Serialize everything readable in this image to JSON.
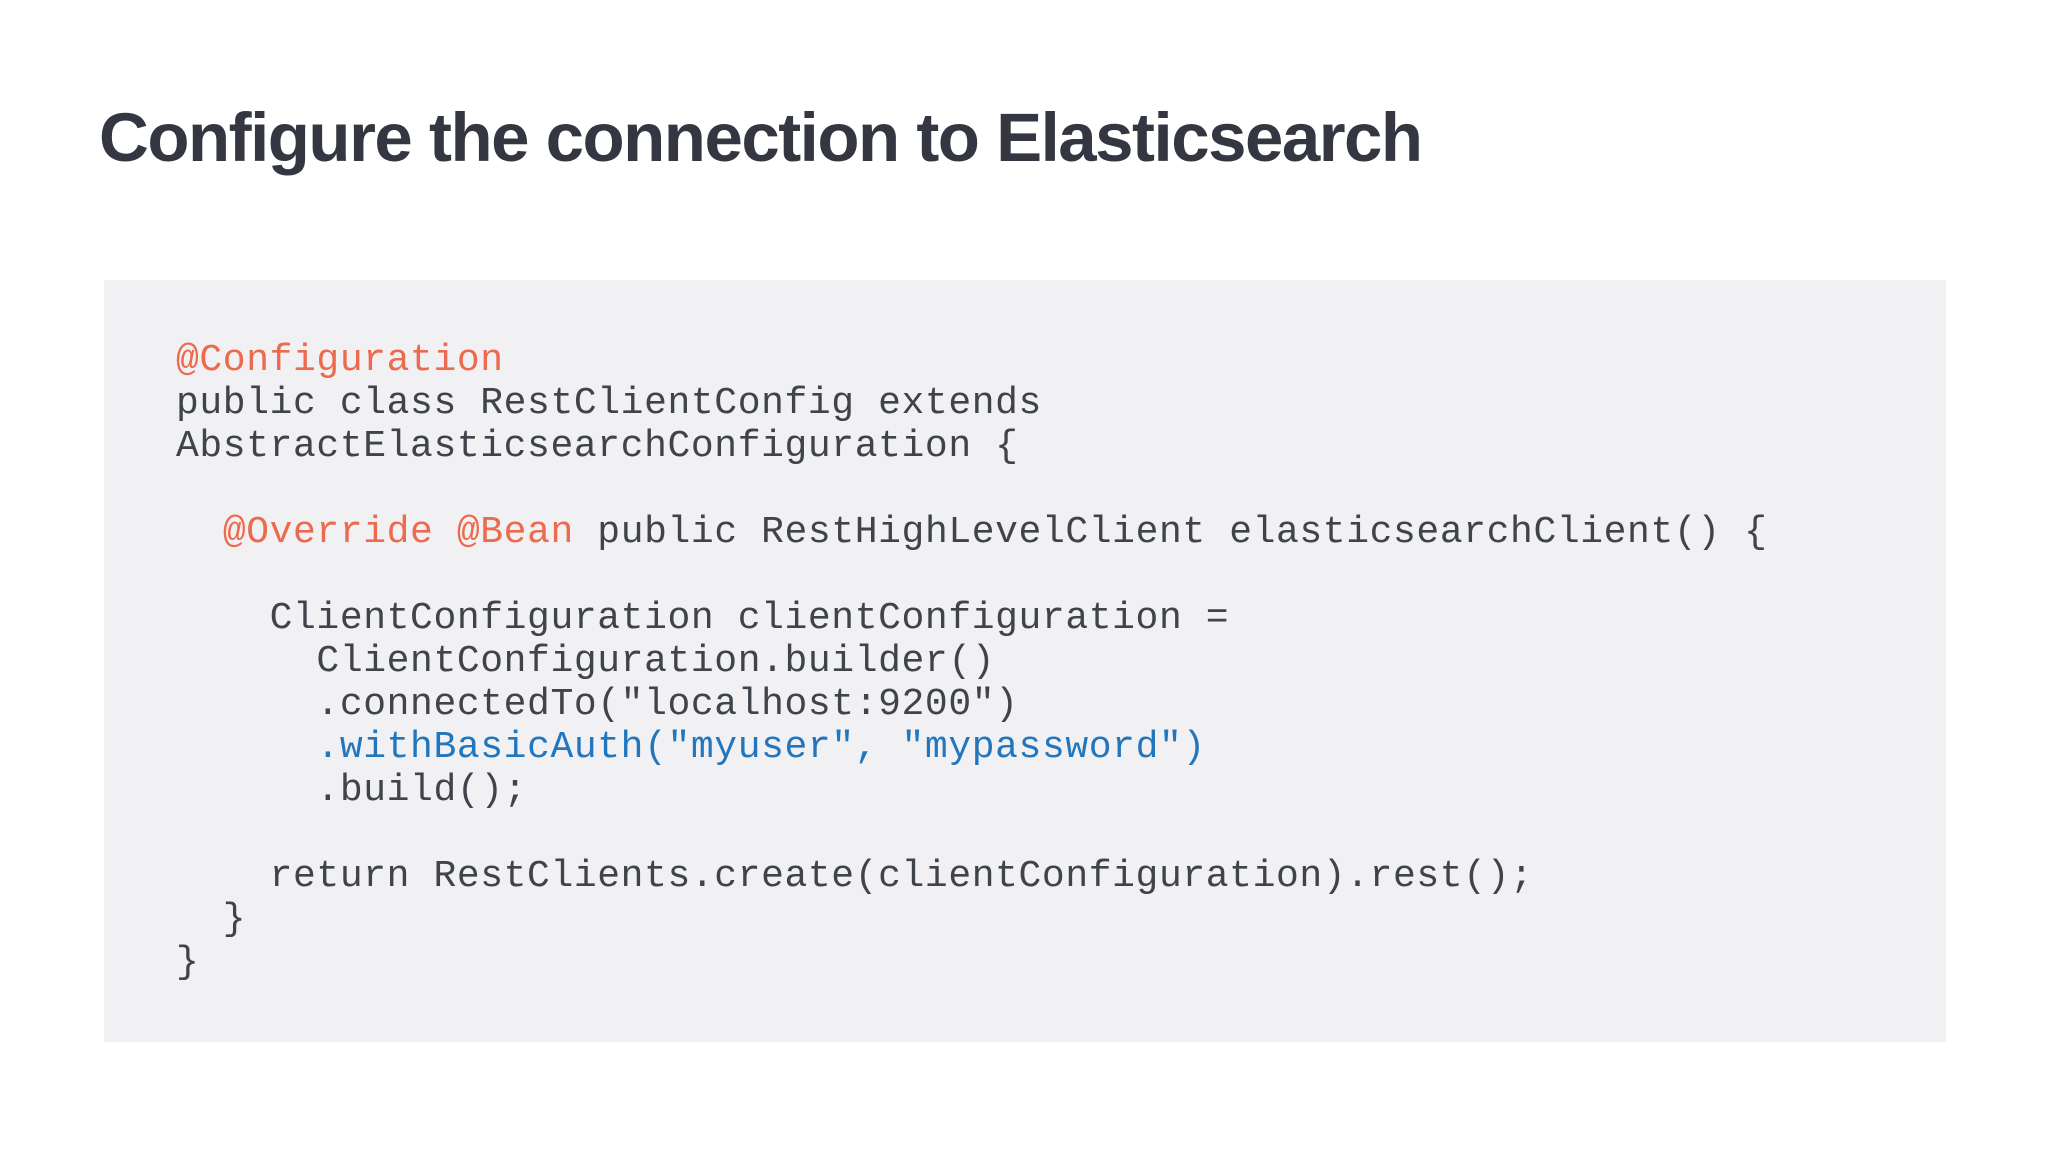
{
  "slide": {
    "title": "Configure the connection to Elasticsearch"
  },
  "colors": {
    "page_background": "#ffffff",
    "title": "#343741",
    "code_background": "#f1f1f4",
    "code_text": "#3f434a",
    "annotation": "#ec6a4d",
    "credentials": "#2276bd"
  },
  "code": {
    "language": "java",
    "lines": [
      {
        "segments": [
          {
            "text": "@Configuration",
            "style": "annotation"
          }
        ]
      },
      {
        "segments": [
          {
            "text": "public class RestClientConfig extends",
            "style": "plain"
          }
        ]
      },
      {
        "segments": [
          {
            "text": "AbstractElasticsearchConfiguration {",
            "style": "plain"
          }
        ]
      },
      {
        "segments": []
      },
      {
        "segments": [
          {
            "text": "  ",
            "style": "plain"
          },
          {
            "text": "@Override",
            "style": "annotation"
          },
          {
            "text": " ",
            "style": "plain"
          },
          {
            "text": "@Bean",
            "style": "annotation"
          },
          {
            "text": " public RestHighLevelClient elasticsearchClient() {",
            "style": "plain"
          }
        ]
      },
      {
        "segments": []
      },
      {
        "segments": [
          {
            "text": "    ClientConfiguration clientConfiguration =",
            "style": "plain"
          }
        ]
      },
      {
        "segments": [
          {
            "text": "      ClientConfiguration.builder()",
            "style": "plain"
          }
        ]
      },
      {
        "segments": [
          {
            "text": "      .connectedTo(\"localhost:9200\")",
            "style": "plain"
          }
        ]
      },
      {
        "segments": [
          {
            "text": "      ",
            "style": "plain"
          },
          {
            "text": ".withBasicAuth(\"myuser\", \"mypassword\")",
            "style": "credentials"
          }
        ]
      },
      {
        "segments": [
          {
            "text": "      .build();",
            "style": "plain"
          }
        ]
      },
      {
        "segments": []
      },
      {
        "segments": [
          {
            "text": "    return RestClients.create(clientConfiguration).rest();",
            "style": "plain"
          }
        ]
      },
      {
        "segments": [
          {
            "text": "  }",
            "style": "plain"
          }
        ]
      },
      {
        "segments": [
          {
            "text": "}",
            "style": "plain"
          }
        ]
      }
    ]
  }
}
